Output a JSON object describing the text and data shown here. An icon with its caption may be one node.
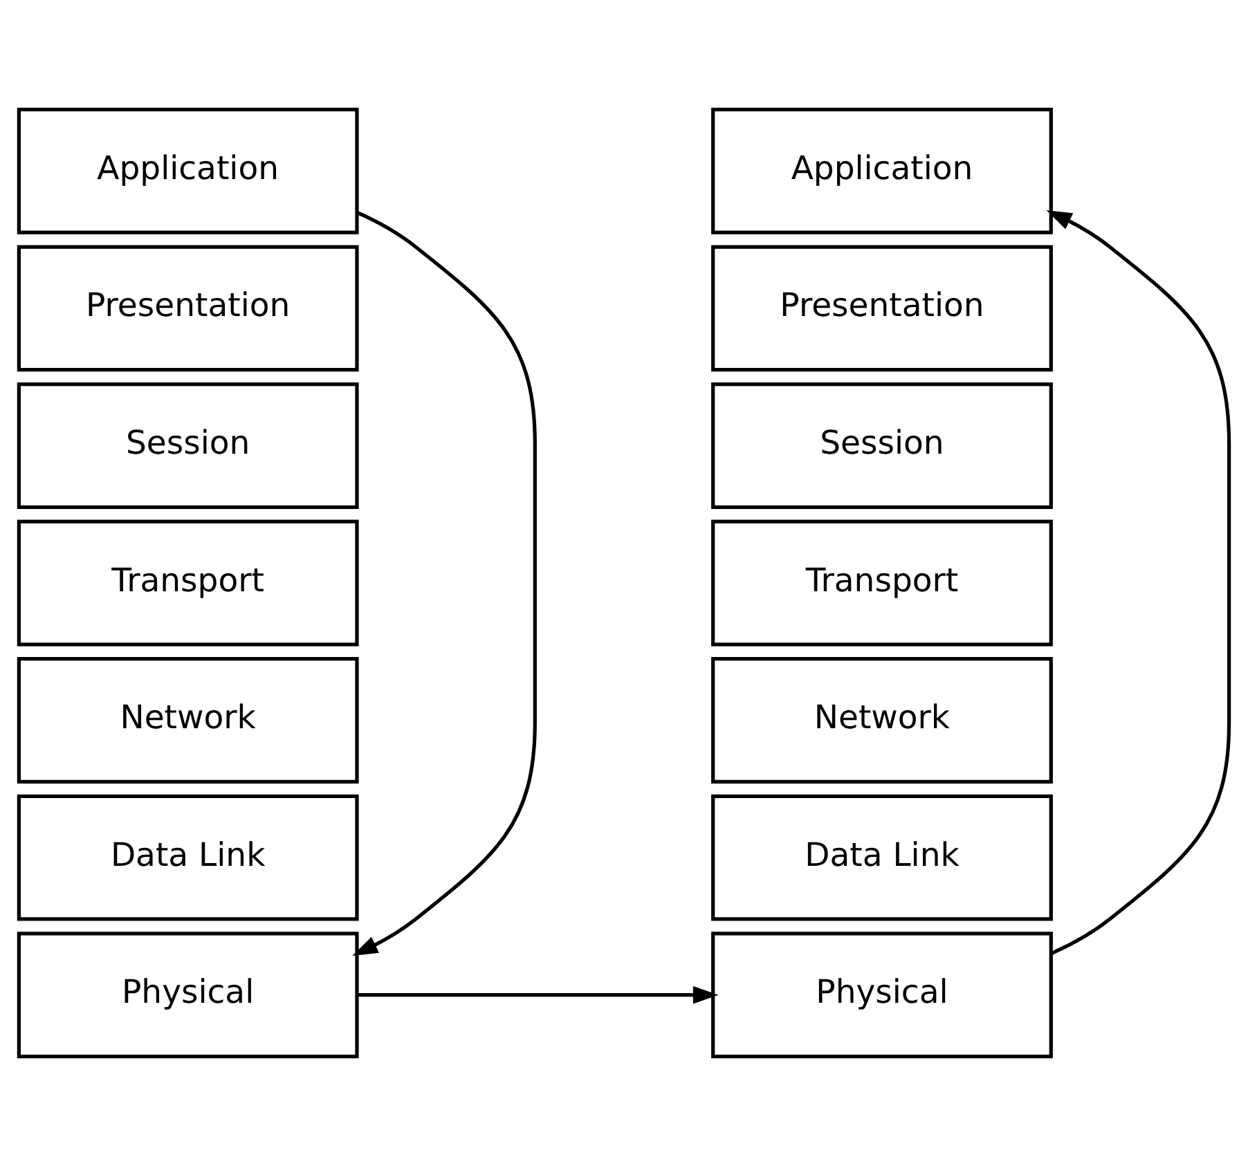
{
  "diagram": {
    "nodes": [
      {
        "text": [
          "Application"
        ]
      },
      {
        "text": [
          "Presentation"
        ]
      },
      {
        "text": [
          "Session"
        ]
      },
      {
        "text": [
          "Transport"
        ]
      },
      {
        "text": [
          "Network"
        ]
      },
      {
        "text": [
          "Data Link"
        ]
      },
      {
        "text": [
          "Physical"
        ]
      },
      {
        "text": [
          "Application"
        ]
      },
      {
        "text": [
          "Presentation"
        ]
      },
      {
        "text": [
          "Session"
        ]
      },
      {
        "text": [
          "Transport"
        ]
      },
      {
        "text": [
          "Network"
        ]
      },
      {
        "text": [
          "Data Link"
        ]
      },
      {
        "text": [
          "Physical"
        ]
      }
    ],
    "edges": [
      {
        "from": 0,
        "to": 6,
        "arrow": "to"
      },
      {
        "from": 6,
        "to": 13,
        "arrow": "to"
      },
      {
        "from": 13,
        "to": 7,
        "arrow": "to"
      }
    ]
  }
}
